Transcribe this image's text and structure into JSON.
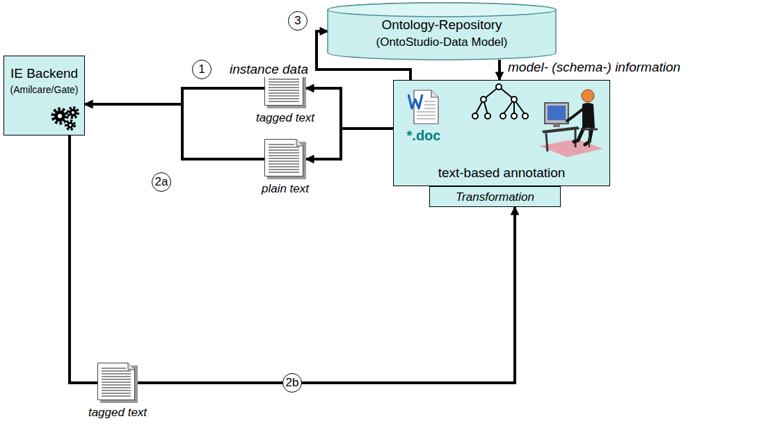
{
  "diagram": {
    "nodes": [
      {
        "text": [
          "Ontology-Repository",
          "(OntoStudio-Data Model)"
        ]
      },
      {
        "text": [
          "IE Backend",
          "(Amilcare/Gate)"
        ]
      },
      {
        "text": [
          "tagged text"
        ]
      },
      {
        "text": [
          "plain text"
        ]
      },
      {
        "text": [
          "*.doc",
          "text-based annotation"
        ]
      },
      {
        "text": [
          "Transformation"
        ]
      },
      {
        "text": [
          "tagged text"
        ]
      }
    ],
    "edges": [
      {
        "from": 4,
        "to": 0,
        "arrow": "to",
        "label": "instance data"
      },
      {
        "from": 0,
        "to": 4,
        "arrow": "to",
        "label": "model- (schema-) information"
      },
      {
        "from": 4,
        "to": 2,
        "arrow": "to"
      },
      {
        "from": 2,
        "to": 1,
        "arrow": "to"
      },
      {
        "from": 4,
        "to": 3,
        "arrow": "to"
      },
      {
        "from": 3,
        "to": 1,
        "arrow": "to"
      },
      {
        "from": 1,
        "to": 6,
        "arrow": "none"
      },
      {
        "from": 6,
        "to": 5,
        "arrow": "to"
      }
    ],
    "labels": [
      "1",
      "2a",
      "2b",
      "3"
    ]
  }
}
